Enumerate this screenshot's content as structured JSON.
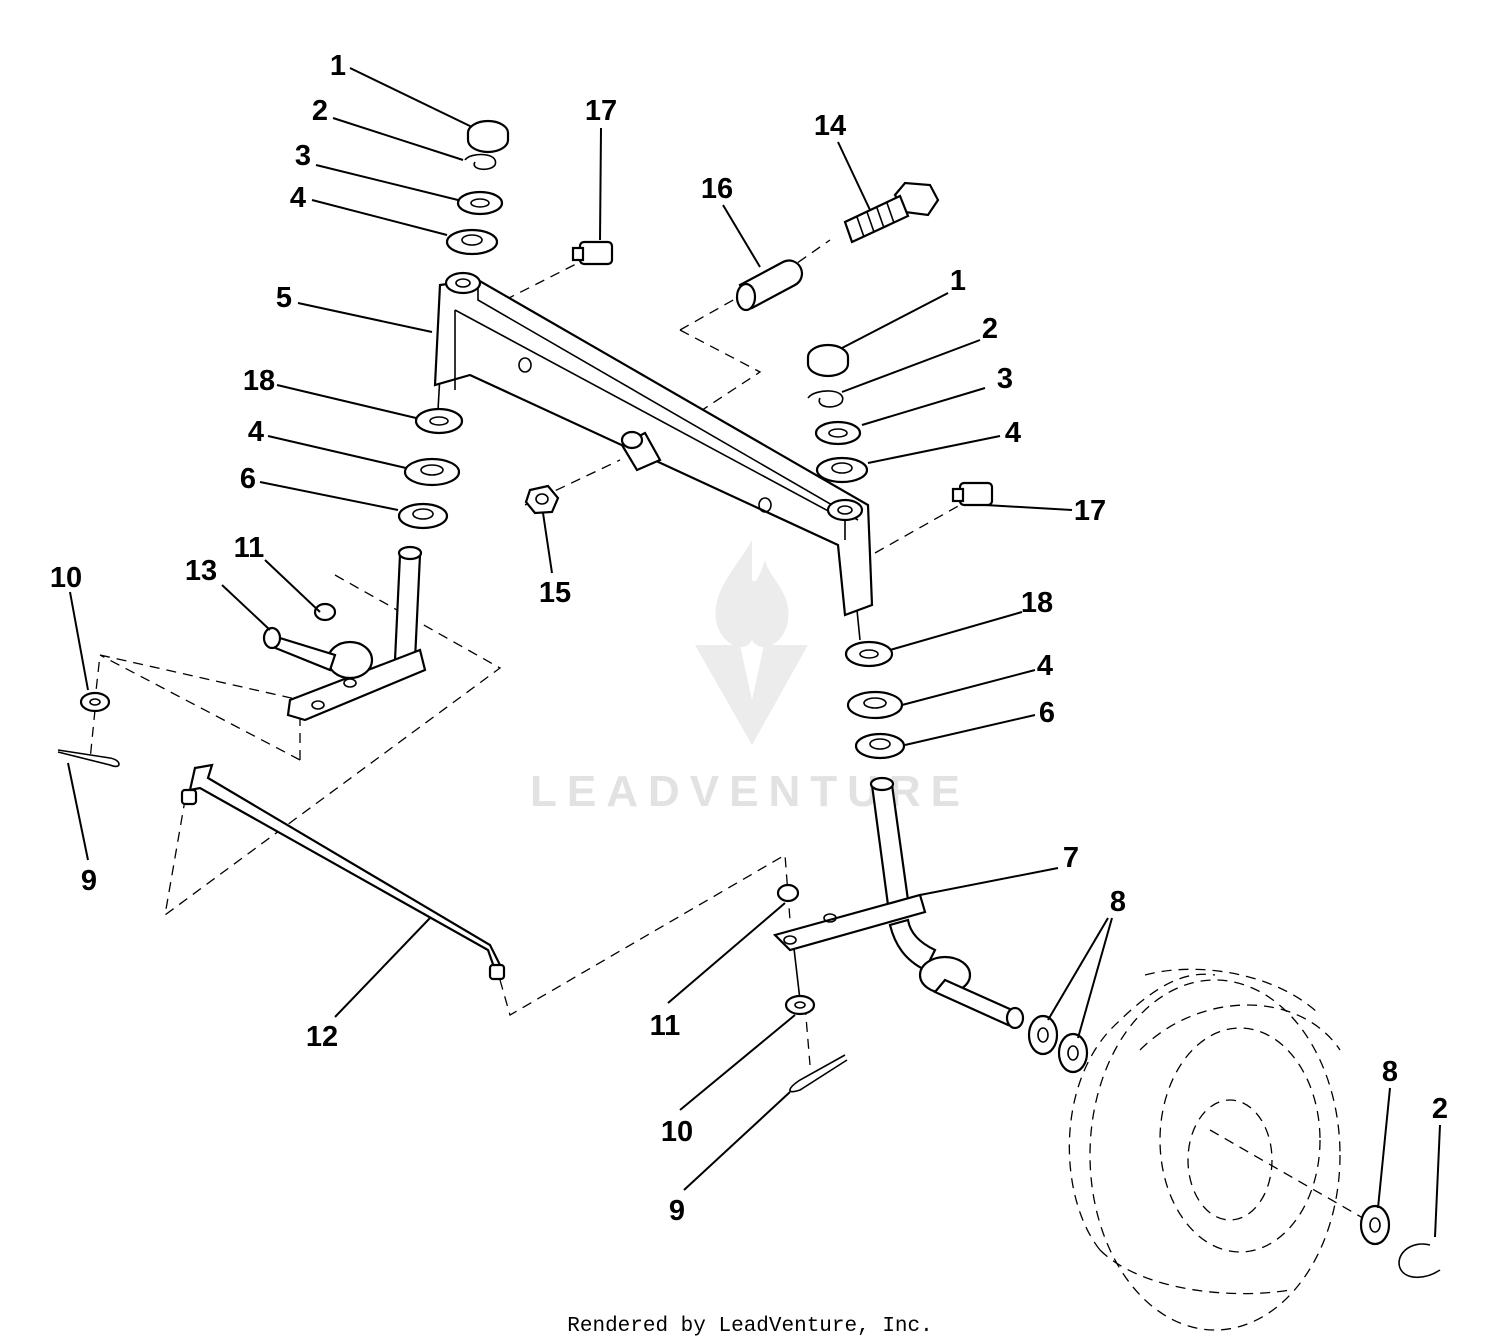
{
  "diagram": {
    "footer": "Rendered by LeadVenture, Inc.",
    "watermark": "LEADVENTURE",
    "callouts": [
      {
        "label": "1"
      },
      {
        "label": "2"
      },
      {
        "label": "3"
      },
      {
        "label": "4"
      },
      {
        "label": "17"
      },
      {
        "label": "14"
      },
      {
        "label": "16"
      },
      {
        "label": "5"
      },
      {
        "label": "1"
      },
      {
        "label": "2"
      },
      {
        "label": "3"
      },
      {
        "label": "4"
      },
      {
        "label": "18"
      },
      {
        "label": "4"
      },
      {
        "label": "6"
      },
      {
        "label": "17"
      },
      {
        "label": "15"
      },
      {
        "label": "11"
      },
      {
        "label": "13"
      },
      {
        "label": "10"
      },
      {
        "label": "18"
      },
      {
        "label": "4"
      },
      {
        "label": "6"
      },
      {
        "label": "9"
      },
      {
        "label": "7"
      },
      {
        "label": "8"
      },
      {
        "label": "12"
      },
      {
        "label": "11"
      },
      {
        "label": "10"
      },
      {
        "label": "9"
      },
      {
        "label": "8"
      },
      {
        "label": "2"
      }
    ]
  }
}
